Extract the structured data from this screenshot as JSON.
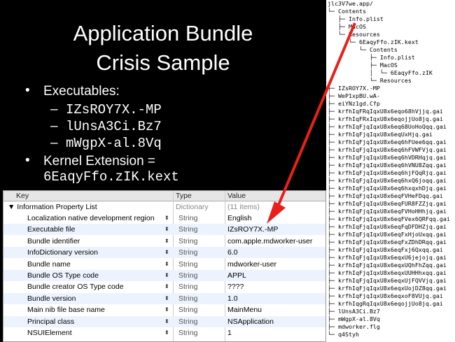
{
  "slide": {
    "title_line1": "Application Bundle",
    "title_line2": "Crisis Sample",
    "bullet_glyph": "•",
    "dash_glyph": "–",
    "bullet1_label": "Executables:",
    "executables": [
      "IZsROY7X.-MP",
      "lUnsA3Ci.Bz7",
      "mWgpX-al.8Vq"
    ],
    "bullet2_label": "Kernel Extension =",
    "kext_name": "6EaqyFfo.zIK.kext"
  },
  "plist": {
    "headers": {
      "key": "Key",
      "type": "Type",
      "value": "Value"
    },
    "root": {
      "key": "▼ Information Property List",
      "type": "Dictionary",
      "value": "(11 items)"
    },
    "rows": [
      {
        "key": "Localization native development region",
        "type": "String",
        "value": "English"
      },
      {
        "key": "Executable file",
        "type": "String",
        "value": "IZsROY7X.-MP"
      },
      {
        "key": "Bundle identifier",
        "type": "String",
        "value": "com.apple.mdworker-user"
      },
      {
        "key": "InfoDictionary version",
        "type": "String",
        "value": "6.0"
      },
      {
        "key": "Bundle name",
        "type": "String",
        "value": "mdworker-user"
      },
      {
        "key": "Bundle OS Type code",
        "type": "String",
        "value": "APPL"
      },
      {
        "key": "Bundle creator OS Type code",
        "type": "String",
        "value": "????"
      },
      {
        "key": "Bundle version",
        "type": "String",
        "value": "1.0"
      },
      {
        "key": "Main nib file base name",
        "type": "String",
        "value": "MainMenu"
      },
      {
        "key": "Principal class",
        "type": "String",
        "value": "NSApplication"
      },
      {
        "key": "NSUIElement",
        "type": "String",
        "value": "1"
      }
    ],
    "stepper_glyph": "⬍"
  },
  "tree": {
    "lines": [
      "jlc3V7we.app/",
      "└─ Contents",
      "   ├─ Info.plist",
      "   ├─ MacOS",
      "   └─ Resources",
      "      └─ 6EaqyFfo.zIK.kext",
      "         └─ Contents",
      "            ├─ Info.plist",
      "            ├─ MacOS",
      "            │  └─ 6EaqyFfo.zIK",
      "            └─ Resources",
      "├─ IZsROY7X.-MP",
      "├─ WeP1xpBU.wA-",
      "├─ eiYNz1gd.Cfp",
      "├─ krfhIqFRqIqxU8x6eqo68hVjjq.gai",
      "├─ krfhIqFRxIqxU8x6eqojjUo8jq.gai",
      "├─ krfhIqFjqIqxU8x6eq68UoHoQqq.gai",
      "├─ krfhIqFjqIqxU8x6eqUxHjq.gai",
      "├─ krfhIqFjqIqxU8x6eq6hFUee6qq.gai",
      "├─ krfhIqFjqIqxU8x6eq6hFVWFVjq.gai",
      "├─ krfhIqFjqIqxU8x6eq6hVDRHqjq.gai",
      "├─ krfhIqFjqIqxU8x6eq6hVNU8Zqq.gai",
      "├─ krfhIqFjqIqxU8x6eq6hjFQqRjq.gai",
      "├─ krfhIqFjqIqxU8x6eq6hxQ6joqq.gai",
      "├─ krfhIqFjqIqxU8x6eq6hxqxhDjq.gai",
      "├─ krfhIqFjqIqxU8x6eqFVHeFDqq.gai",
      "├─ krfhIqFjqIqxU8x6eqFUR8FZZjq.gai",
      "├─ krfhIqFjqIqxU8x6eqFVHoHHhjq.gai",
      "├─ krfhIqFjqIqxU8x6eqFVex6QRFqq.gai",
      "├─ krfhIqFjqIqxU8x6eqFqDFDHZjq.gai",
      "├─ krfhIqFjqIqxU8x6eqFxHjoUxqq.gai",
      "├─ krfhIqFjqIqxU8x6eqFxZDhDRqq.gai",
      "├─ krfhIqFjqIqxU8x6eqFxj6Qxqq.gai",
      "├─ krfhIqFjqIqxU8x6eqxU6jejojq.gai",
      "├─ krfhIqFjqIqxU8x6eqxUQhFhZqq.gai",
      "├─ krfhIqFjqIqxU8x6eqxUUHHhxqq.gai",
      "├─ krfhIqFjqIqxU8x6eqxUjFQVVjq.gai",
      "├─ krfhIqFjqIqxU8x6eqxUojDZ8qq.gai",
      "├─ krfhIqFjqIqxU8x6eqxoF8VUjq.gai",
      "├─ krfhIqgRqIqxU8x6eqojjUo8jq.gai",
      "├─ lUnsA3Ci.Bz7",
      "├─ mWgpX-al.8Vq",
      "├─ mdworker.flg",
      "└─ q4Styh"
    ]
  },
  "colors": {
    "slide_bg": "#000000",
    "arrow": "#e8201a",
    "alt_row": "#edf3fe"
  }
}
